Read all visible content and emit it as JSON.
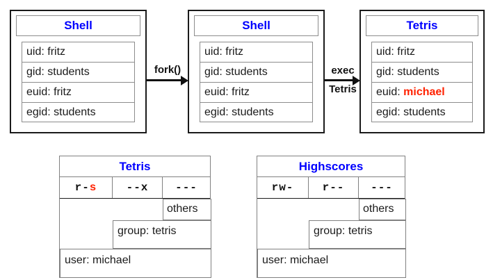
{
  "processes": [
    {
      "title": "Shell",
      "fields": [
        {
          "label": "uid: fritz",
          "highlight": false
        },
        {
          "label": "gid: students",
          "highlight": false
        },
        {
          "label": "euid: fritz",
          "highlight": false
        },
        {
          "label": "egid: students",
          "highlight": false
        }
      ]
    },
    {
      "title": "Shell",
      "fields": [
        {
          "label": "uid: fritz",
          "highlight": false
        },
        {
          "label": "gid: students",
          "highlight": false
        },
        {
          "label": "euid: fritz",
          "highlight": false
        },
        {
          "label": "egid: students",
          "highlight": false
        }
      ]
    },
    {
      "title": "Tetris",
      "fields": [
        {
          "label": "uid: fritz",
          "highlight": false
        },
        {
          "label": "gid: students",
          "highlight": false
        },
        {
          "label": "euid: ",
          "value": "michael",
          "highlight": true
        },
        {
          "label": "egid: students",
          "highlight": false
        }
      ]
    }
  ],
  "arrows": [
    {
      "label_line1": "fork()",
      "label_line2": ""
    },
    {
      "label_line1": "exec",
      "label_line2": "Tetris"
    }
  ],
  "permission_tables": [
    {
      "title": "Tetris",
      "bits": [
        {
          "prefix": "r-",
          "suffix": "s",
          "suffix_red": true
        },
        {
          "prefix": "--x",
          "suffix": "",
          "suffix_red": false
        },
        {
          "prefix": "---",
          "suffix": "",
          "suffix_red": false
        }
      ],
      "scopes": {
        "others": "others",
        "group": "group: tetris",
        "user": "user: michael"
      }
    },
    {
      "title": "Highscores",
      "bits": [
        {
          "prefix": "rw-",
          "suffix": "",
          "suffix_red": false
        },
        {
          "prefix": "r--",
          "suffix": "",
          "suffix_red": false
        },
        {
          "prefix": "---",
          "suffix": "",
          "suffix_red": false
        }
      ],
      "scopes": {
        "others": "others",
        "group": "group: tetris",
        "user": "user: michael"
      }
    }
  ],
  "colors": {
    "title_blue": "#0000ff",
    "highlight_red": "#ff2200",
    "box_border": "#1a1a1a",
    "cell_border": "#808080"
  }
}
